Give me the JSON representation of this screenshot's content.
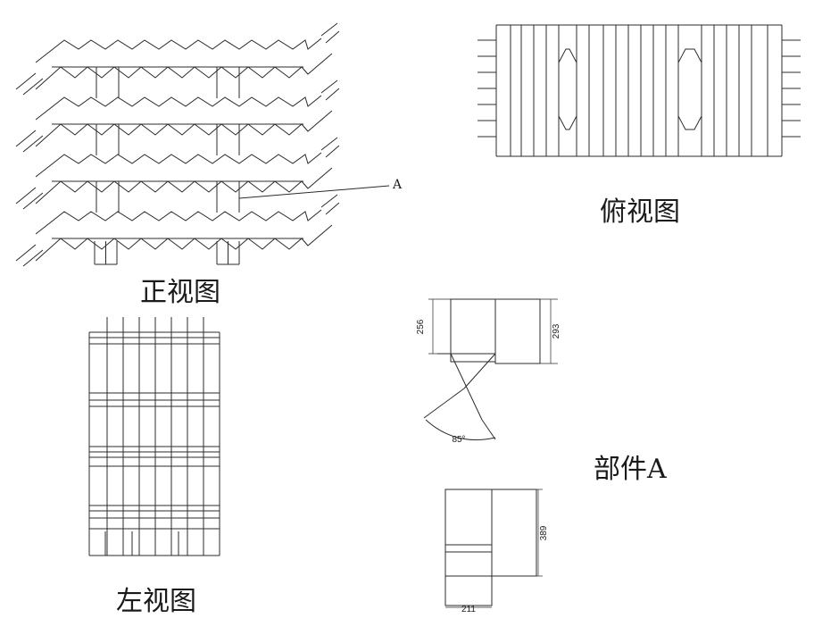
{
  "views": {
    "front": "正视图",
    "top": "俯视图",
    "left": "左视图",
    "part": "部件A"
  },
  "callout": "A",
  "dimensions": {
    "left_height": "256",
    "right_height": "293",
    "angle": "85°",
    "bottom_height": "389",
    "bottom_width": "211"
  },
  "colors": {
    "line": "#2b2b2b",
    "paper": "#ffffff"
  }
}
